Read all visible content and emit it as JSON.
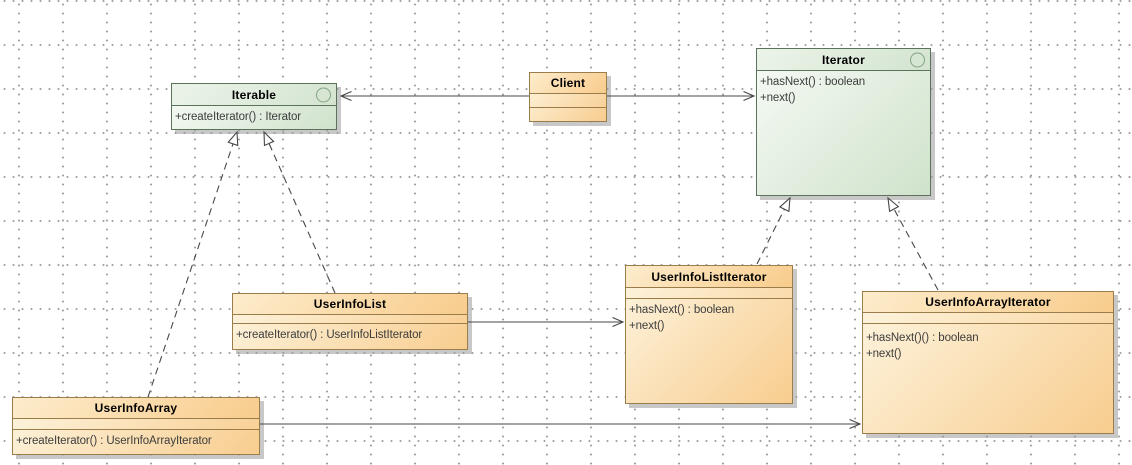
{
  "diagram": {
    "kind": "uml-class-diagram",
    "pattern": "Iterator"
  },
  "colors": {
    "canvas_bg": "#ffffff",
    "grid_dot": "#9a9a9a",
    "line": "#474747",
    "shadow": "rgba(154,154,154,0.55)",
    "title_text": "#000000",
    "member_text": "#3d3d3d",
    "interface_border": "#5a735a",
    "interface_fill_light": "#f7fbf6",
    "interface_fill_dark": "#cfe2cb",
    "interface_title_light": "#ecf4ea",
    "interface_title_dark": "#d3e4d0",
    "class_border": "#9a7d4a",
    "class_fill_light": "#fdf5e0",
    "class_fill_dark": "#f8cd8f",
    "class_title_light": "#fdeccc",
    "class_title_dark": "#f8cc8c",
    "ball_icon": "#82a382"
  },
  "classes": {
    "iterable": {
      "name": "Iterable",
      "kind": "interface",
      "operations": [
        "+createIterator() : Iterator"
      ]
    },
    "client": {
      "name": "Client",
      "kind": "class",
      "operations": []
    },
    "iterator": {
      "name": "Iterator",
      "kind": "interface",
      "operations": [
        "+hasNext() : boolean",
        "+next()"
      ]
    },
    "userinfolist": {
      "name": "UserInfoList",
      "kind": "class",
      "operations": [
        "+createIterator() : UserInfoListIterator"
      ]
    },
    "userinfolistiterator": {
      "name": "UserInfoListIterator",
      "kind": "class",
      "operations": [
        "+hasNext() : boolean",
        "+next()"
      ]
    },
    "userinfoarrayiterator": {
      "name": "UserInfoArrayIterator",
      "kind": "class",
      "operations": [
        "+hasNext()() : boolean",
        "+next()"
      ]
    },
    "userinfoarray": {
      "name": "UserInfoArray",
      "kind": "class",
      "operations": [
        "+createIterator() : UserInfoArrayIterator"
      ]
    }
  },
  "relationships": [
    {
      "from": "Client",
      "to": "Iterable",
      "type": "association"
    },
    {
      "from": "Client",
      "to": "Iterator",
      "type": "association"
    },
    {
      "from": "UserInfoList",
      "to": "Iterable",
      "type": "realization"
    },
    {
      "from": "UserInfoArray",
      "to": "Iterable",
      "type": "realization"
    },
    {
      "from": "UserInfoListIterator",
      "to": "Iterator",
      "type": "realization"
    },
    {
      "from": "UserInfoArrayIterator",
      "to": "Iterator",
      "type": "realization"
    },
    {
      "from": "UserInfoList",
      "to": "UserInfoListIterator",
      "type": "association"
    },
    {
      "from": "UserInfoArray",
      "to": "UserInfoArrayIterator",
      "type": "association"
    }
  ]
}
